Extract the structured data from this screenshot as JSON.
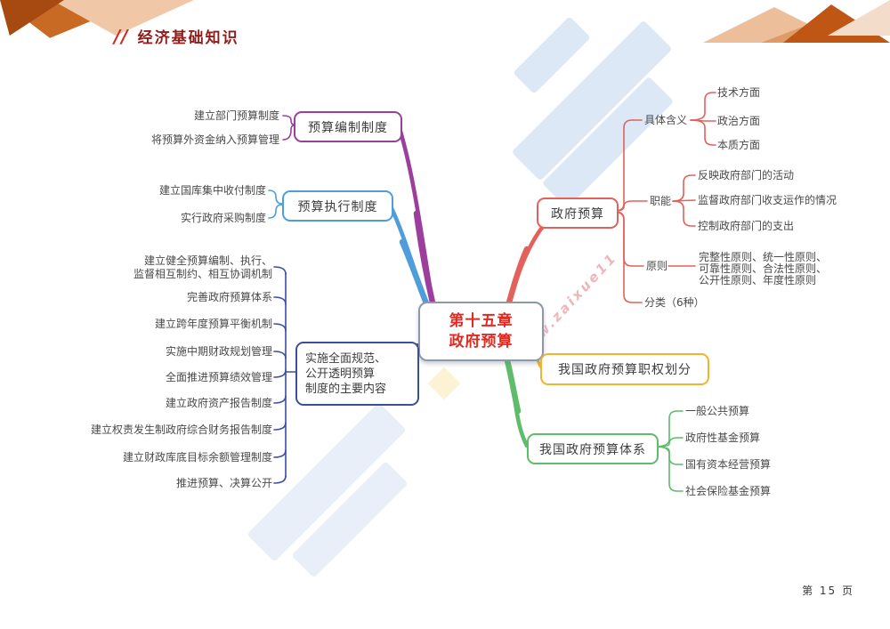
{
  "header": {
    "slashes": "//",
    "title": "经济基础知识"
  },
  "footer": {
    "page": "第 15 页"
  },
  "watermark": {
    "site_text": "w.zaixue11"
  },
  "colors": {
    "purple": "#9c3f9c",
    "blue": "#4f9ddb",
    "navy": "#3c4e9e",
    "red": "#e2625b",
    "yellow": "#f2b32c",
    "green": "#5fbc6a",
    "center_text": "#e02a22",
    "header_red": "#8f1d1b",
    "decor_orange": "#c96a24"
  },
  "center": {
    "title_line1": "第十五章",
    "title_line2": "政府预算"
  },
  "left": {
    "budget_compile": {
      "label": "预算编制制度",
      "children": [
        "建立部门预算制度",
        "将预算外资金纳入预算管理"
      ]
    },
    "budget_exec": {
      "label": "预算执行制度",
      "children": [
        "建立国库集中收付制度",
        "实行政府采购制度"
      ]
    },
    "reform": {
      "label_lines": [
        "实施全面规范、",
        "公开透明预算",
        "制度的主要内容"
      ],
      "children": [
        {
          "lines": [
            "建立健全预算编制、执行、",
            "监督相互制约、相互协调机制"
          ]
        },
        "完善政府预算体系",
        "建立跨年度预算平衡机制",
        "实施中期财政规划管理",
        "全面推进预算绩效管理",
        "建立政府资产报告制度",
        "建立权责发生制政府综合财务报告制度",
        "建立财政库底目标余额管理制度",
        "推进预算、决算公开"
      ]
    }
  },
  "right": {
    "gov_budget": {
      "label": "政府预算",
      "meaning": {
        "label": "具体含义",
        "children": [
          "技术方面",
          "政治方面",
          "本质方面"
        ]
      },
      "functions": {
        "label": "职能",
        "children": [
          "反映政府部门的活动",
          "监督政府部门收支运作的情况",
          "控制政府部门的支出"
        ]
      },
      "principles": {
        "label": "原则",
        "lines": [
          "完整性原则、统一性原则、",
          "可靠性原则、合法性原则、",
          "公开性原则、年度性原则"
        ]
      },
      "classification": {
        "label": "分类（6种）"
      }
    },
    "authority": {
      "label": "我国政府预算职权划分"
    },
    "system": {
      "label": "我国政府预算体系",
      "children": [
        "一般公共预算",
        "政府性基金预算",
        "国有资本经营预算",
        "社会保险基金预算"
      ]
    }
  }
}
